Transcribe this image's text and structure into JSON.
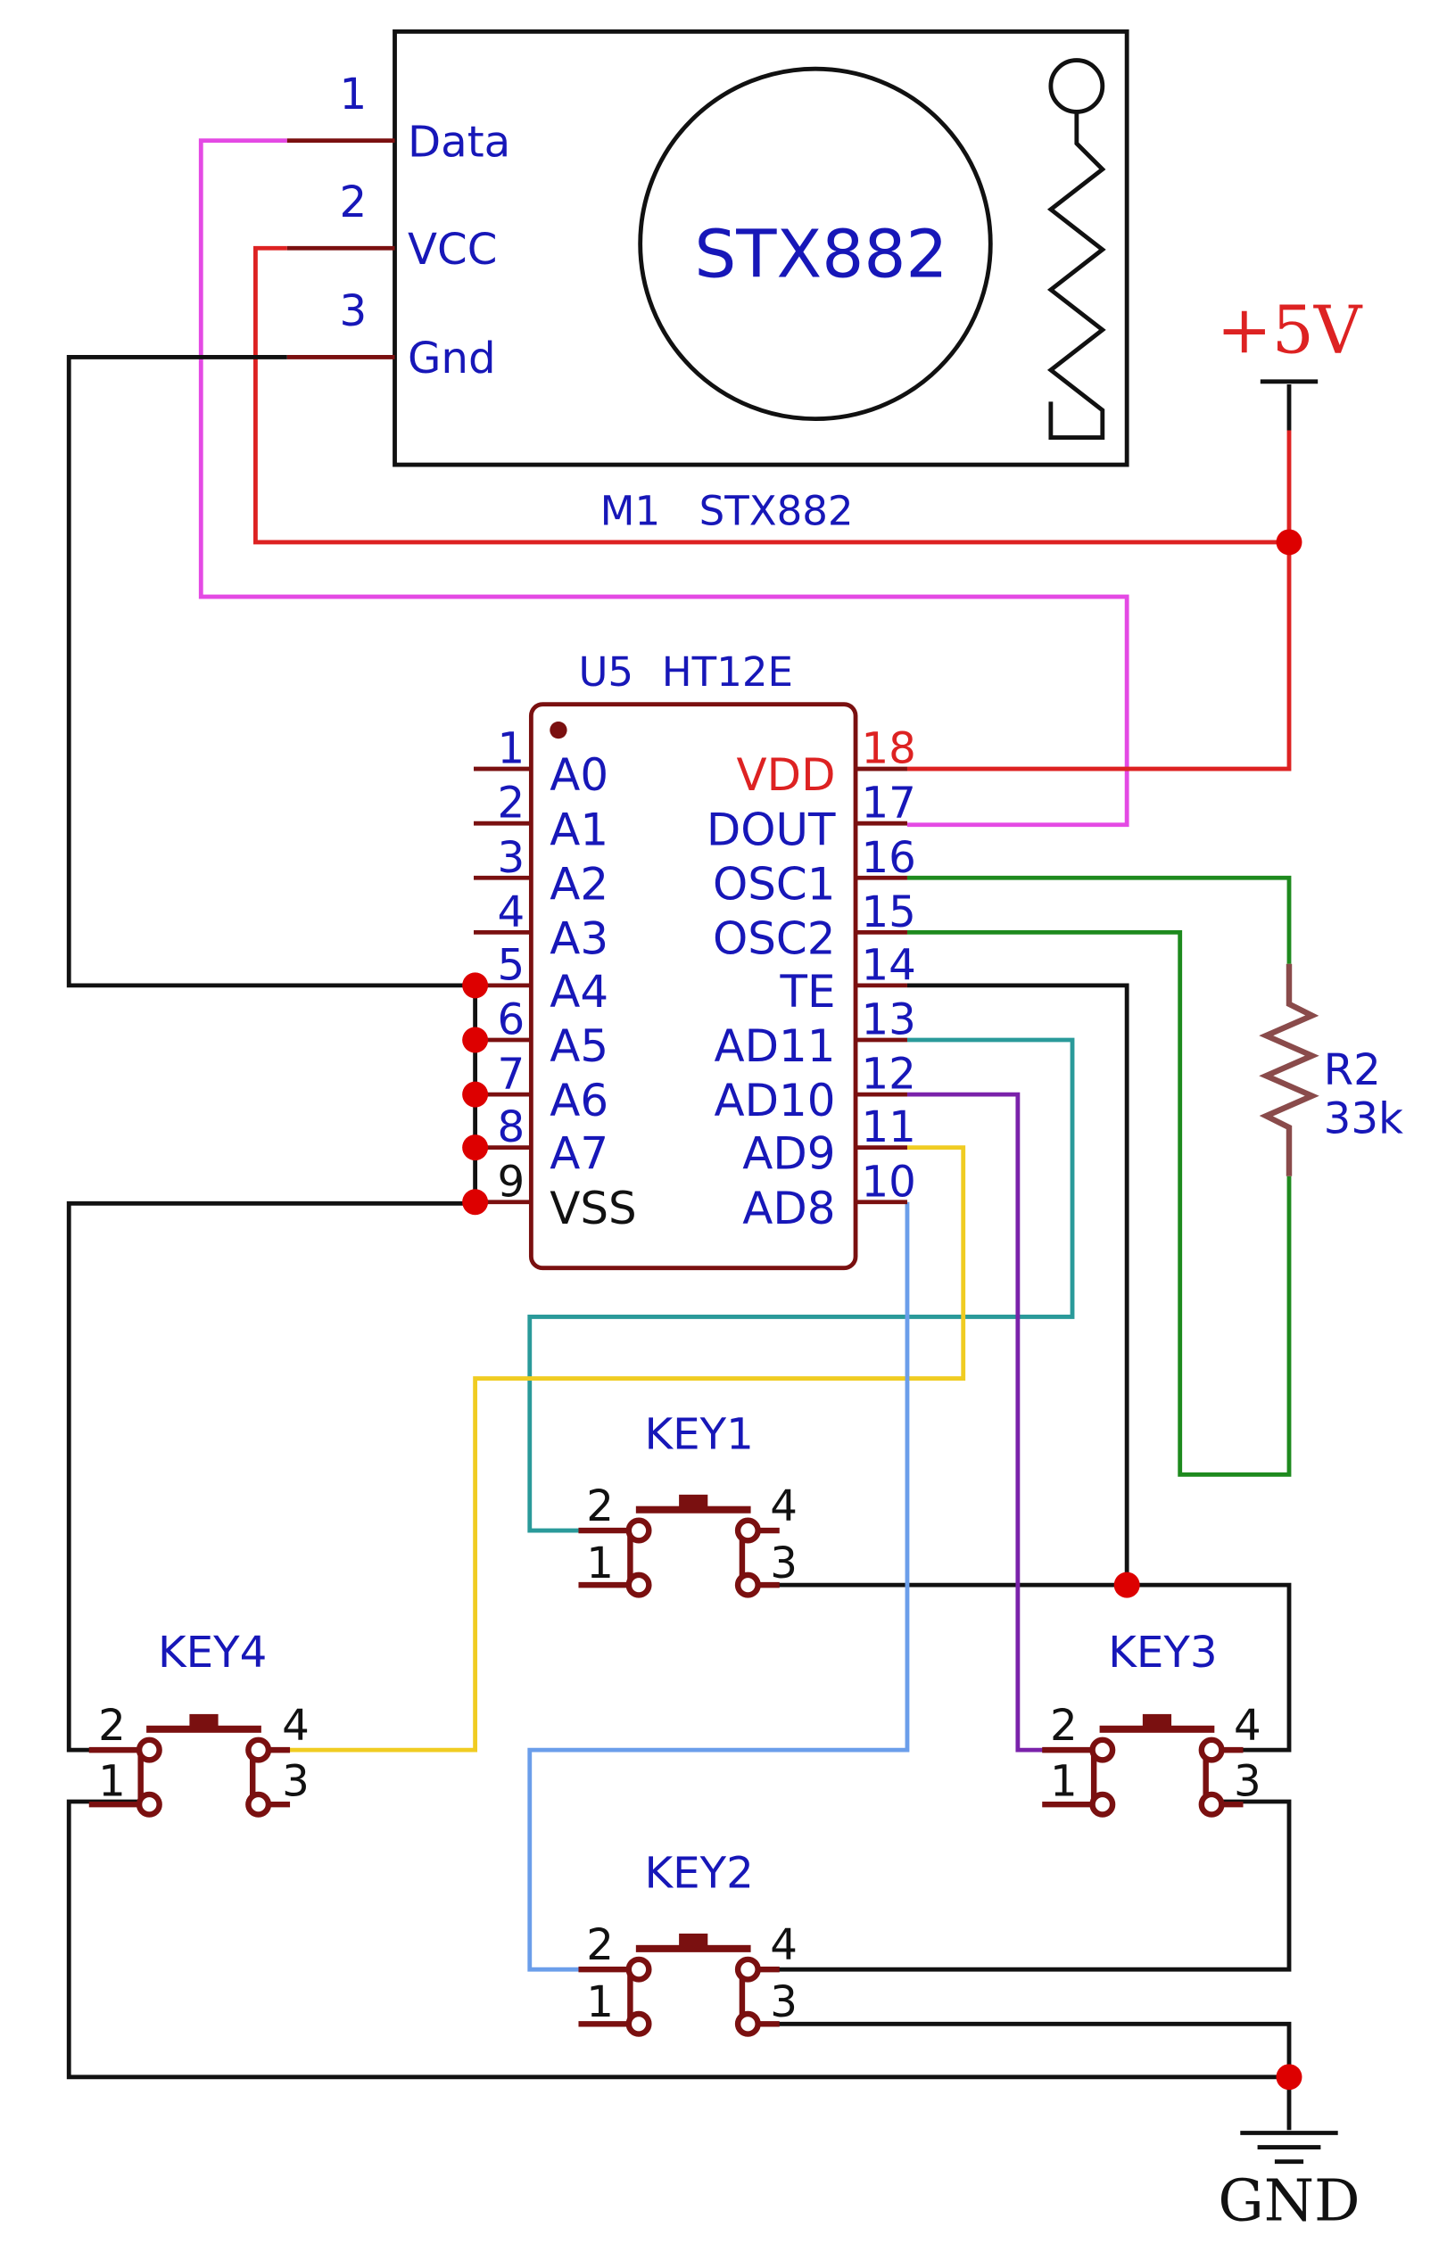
{
  "colors": {
    "red": "#dd2222",
    "black": "#111111",
    "magenta": "#e44ae4",
    "green": "#1e8a1e",
    "teal": "#2a9a9a",
    "purple": "#7a22aa",
    "yellow": "#f0cc22",
    "light_blue": "#6b9eea",
    "maroon": "#7a1010",
    "dark_blue": "#1717b8"
  },
  "module": {
    "designator": "M1",
    "value": "STX882",
    "body_label": "STX882",
    "pins": [
      {
        "num": "1",
        "name": "Data"
      },
      {
        "num": "2",
        "name": "VCC"
      },
      {
        "num": "3",
        "name": "Gnd"
      }
    ]
  },
  "ic": {
    "designator": "U5",
    "value": "HT12E",
    "left_pins": [
      {
        "num": "1",
        "name": "A0"
      },
      {
        "num": "2",
        "name": "A1"
      },
      {
        "num": "3",
        "name": "A2"
      },
      {
        "num": "4",
        "name": "A3"
      },
      {
        "num": "5",
        "name": "A4"
      },
      {
        "num": "6",
        "name": "A5"
      },
      {
        "num": "7",
        "name": "A6"
      },
      {
        "num": "8",
        "name": "A7"
      },
      {
        "num": "9",
        "name": "VSS"
      }
    ],
    "right_pins": [
      {
        "num": "18",
        "name": "VDD"
      },
      {
        "num": "17",
        "name": "DOUT"
      },
      {
        "num": "16",
        "name": "OSC1"
      },
      {
        "num": "15",
        "name": "OSC2"
      },
      {
        "num": "14",
        "name": "TE"
      },
      {
        "num": "13",
        "name": "AD11"
      },
      {
        "num": "12",
        "name": "AD10"
      },
      {
        "num": "11",
        "name": "AD9"
      },
      {
        "num": "10",
        "name": "AD8"
      }
    ]
  },
  "resistor": {
    "designator": "R2",
    "value": "33k"
  },
  "keys": [
    {
      "name": "KEY1",
      "pins": [
        "1",
        "2",
        "3",
        "4"
      ]
    },
    {
      "name": "KEY2",
      "pins": [
        "1",
        "2",
        "3",
        "4"
      ]
    },
    {
      "name": "KEY3",
      "pins": [
        "1",
        "2",
        "3",
        "4"
      ]
    },
    {
      "name": "KEY4",
      "pins": [
        "1",
        "2",
        "3",
        "4"
      ]
    }
  ],
  "power": {
    "label": "+5V"
  },
  "ground": {
    "label": "GND"
  }
}
